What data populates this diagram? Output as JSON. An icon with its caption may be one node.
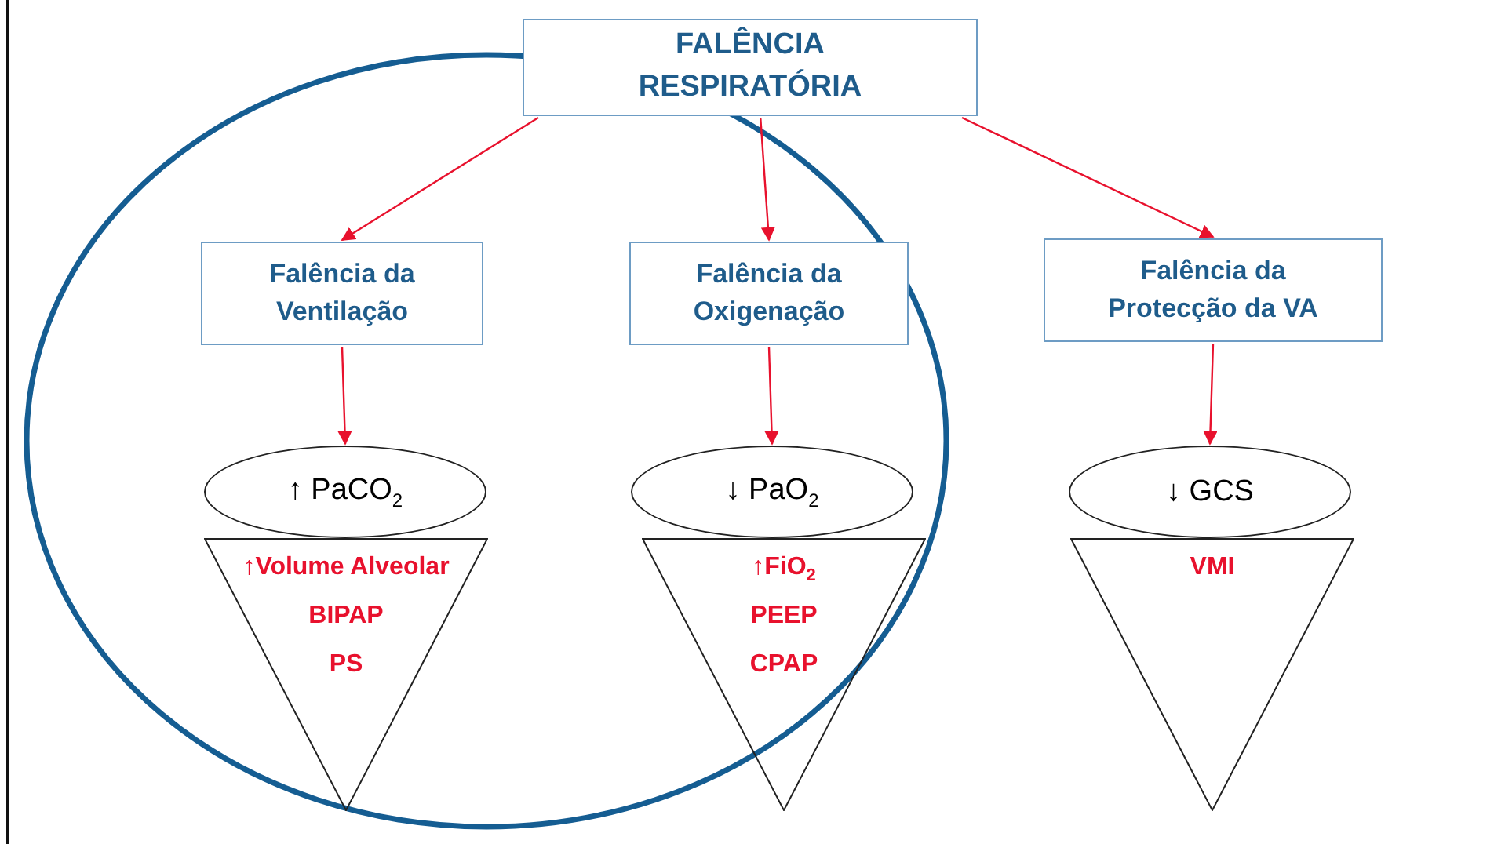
{
  "diagram": {
    "nodes": [
      {
        "text": [
          "FALÊNCIA RESPIRATÓRIA"
        ]
      },
      {
        "text": [
          "Falência da Ventilação"
        ]
      },
      {
        "text": [
          "Falência da Oxigenação"
        ]
      },
      {
        "text": [
          "Falência da Protecção da VA"
        ]
      },
      {
        "text": [
          "↑ PaCO$_{2}$"
        ]
      },
      {
        "text": [
          "↓ PaO$_{2}$"
        ]
      },
      {
        "text": [
          "↓ GCS"
        ]
      },
      {
        "text": [
          "↑Volume Alveolar",
          "BIPAP",
          "PS"
        ]
      },
      {
        "text": [
          "↑FiO$_{2}$",
          "PEEP",
          "CPAP"
        ]
      },
      {
        "text": [
          "VMI"
        ]
      }
    ],
    "edges": [
      {
        "from": 0,
        "to": 1,
        "arrow": "to"
      },
      {
        "from": 0,
        "to": 2,
        "arrow": "to"
      },
      {
        "from": 0,
        "to": 3,
        "arrow": "to"
      },
      {
        "from": 1,
        "to": 4,
        "arrow": "to"
      },
      {
        "from": 2,
        "to": 5,
        "arrow": "to"
      },
      {
        "from": 3,
        "to": 6,
        "arrow": "to"
      }
    ]
  }
}
